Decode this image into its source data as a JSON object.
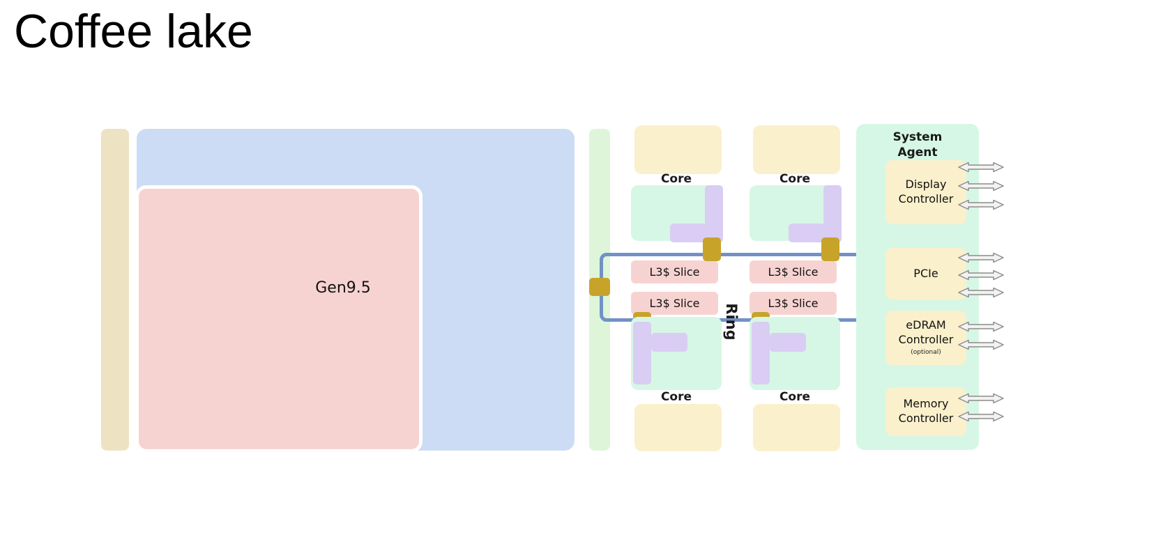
{
  "title": "Coffee lake",
  "diagram": {
    "gpu": {
      "label": "Gen9.5"
    },
    "cores": [
      {
        "label": "Core"
      },
      {
        "label": "Core"
      },
      {
        "label": "Core"
      },
      {
        "label": "Core"
      }
    ],
    "l3_slices": [
      {
        "label": "L3$ Slice"
      },
      {
        "label": "L3$ Slice"
      },
      {
        "label": "L3$ Slice"
      },
      {
        "label": "L3$ Slice"
      }
    ],
    "ring": {
      "label": "Ring"
    },
    "system_agent": {
      "title": "System Agent",
      "controllers": [
        {
          "label": "Display Controller"
        },
        {
          "label": "PCIe"
        },
        {
          "label": "eDRAM Controller",
          "note": "(optional)"
        },
        {
          "label": "Memory Controller"
        }
      ]
    },
    "colors": {
      "strip_tan": "#ede3c2",
      "gpu_blue": "#ccdcf5",
      "gen_pink": "#f6d3d1",
      "strip_green": "#def5d9",
      "core_mint": "#d6f7e5",
      "core_cream": "#faf0cc",
      "core_purple": "#d9cdf3",
      "ring_blue": "#7291c7",
      "connector_gold": "#c7a32a",
      "arrow_outline_gray": "#8c8c8c"
    }
  }
}
